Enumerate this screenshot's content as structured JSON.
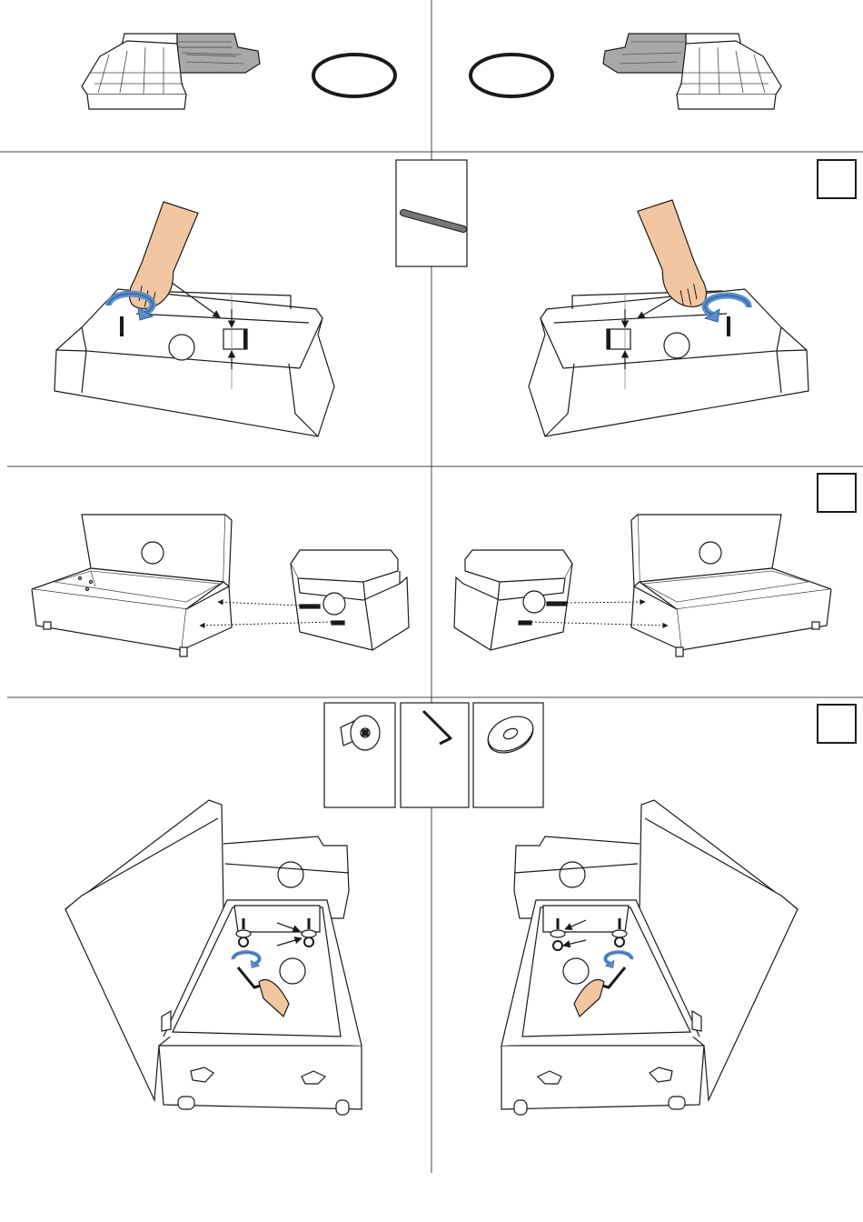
{
  "sections": [
    {
      "id": "orientation",
      "step_label": ""
    },
    {
      "id": "step-1",
      "step_label": ""
    },
    {
      "id": "step-2",
      "step_label": ""
    },
    {
      "id": "step-3",
      "step_label": ""
    }
  ],
  "parts": {
    "threaded_rod": "threaded-rod",
    "connector_bolt": "connector-bolt",
    "allen_key": "allen-key",
    "washer": "washer"
  },
  "colors": {
    "line": "#1a1a1a",
    "rotate_arrow": "#5b8ec9",
    "rotate_arrow_dark": "#2f5f9c",
    "hand": "#f3c6a2",
    "grey_module": "#a8a8a8",
    "paper": "#ffffff"
  },
  "orientation_variants": [
    "left",
    "right"
  ]
}
